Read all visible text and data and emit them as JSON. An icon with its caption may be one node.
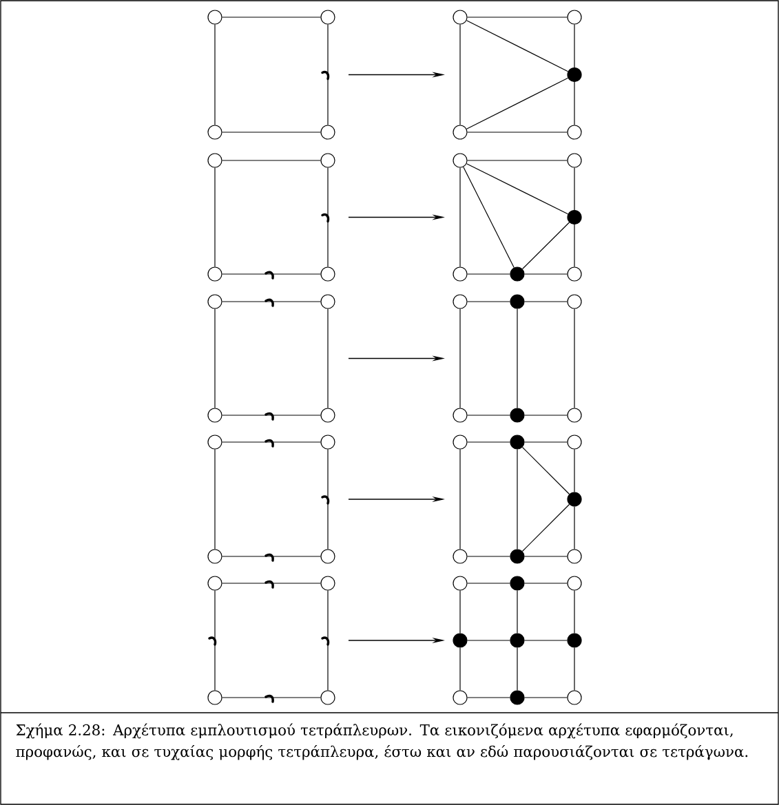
{
  "diagram": {
    "caption": "Σχήμα 2.28: Αρχέτυπα εμπλουτισμού τετράπλευρων. Τα εικονιζόμενα αρχέτυπα εφαρμόζονται, προφανώς, και σε τυχαίας μορφής τετράπλευρα, έστω και αν εδώ παρουσιάζονται σε τετράγωνα.",
    "nodes": [
      {
        "text": [],
        "shape": "circle"
      },
      {
        "text": [],
        "shape": "circle"
      },
      {
        "text": [],
        "shape": "circle"
      },
      {
        "text": [],
        "shape": "circle"
      },
      {
        "text": [],
        "shape": "circle"
      },
      {
        "text": [],
        "shape": "circle"
      },
      {
        "text": [],
        "shape": "circle"
      },
      {
        "text": [],
        "shape": "circle"
      },
      {
        "text": [],
        "shape": "circle"
      },
      {
        "text": [],
        "shape": "circle"
      },
      {
        "text": [],
        "shape": "circle"
      },
      {
        "text": [],
        "shape": "circle"
      },
      {
        "text": [],
        "shape": "circle"
      },
      {
        "text": [],
        "shape": "circle"
      },
      {
        "text": [],
        "shape": "circle"
      },
      {
        "text": [],
        "shape": "circle"
      },
      {
        "text": [],
        "shape": "circle"
      },
      {
        "text": [],
        "shape": "circle"
      },
      {
        "text": [],
        "shape": "circle"
      },
      {
        "text": [],
        "shape": "circle"
      },
      {
        "text": [],
        "shape": "circle"
      },
      {
        "text": [],
        "shape": "circle"
      },
      {
        "text": [],
        "shape": "circle"
      },
      {
        "text": [],
        "shape": "circle"
      },
      {
        "text": [],
        "shape": "circle"
      },
      {
        "text": [],
        "shape": "circle"
      },
      {
        "text": [],
        "shape": "circle"
      },
      {
        "text": [],
        "shape": "circle"
      },
      {
        "text": [],
        "shape": "circle"
      },
      {
        "text": [],
        "shape": "circle"
      },
      {
        "text": [],
        "shape": "circle"
      },
      {
        "text": [],
        "shape": "circle"
      },
      {
        "text": [],
        "shape": "circle"
      },
      {
        "text": [],
        "shape": "circle"
      },
      {
        "text": [],
        "shape": "circle"
      },
      {
        "text": [],
        "shape": "circle"
      },
      {
        "text": [],
        "shape": "circle"
      },
      {
        "text": [],
        "shape": "circle"
      },
      {
        "text": [],
        "shape": "circle"
      },
      {
        "text": [],
        "shape": "circle"
      },
      {
        "text": [],
        "shape": "circle"
      },
      {
        "text": [],
        "shape": "circle"
      },
      {
        "text": [],
        "shape": "circle"
      },
      {
        "text": [],
        "shape": "circle"
      },
      {
        "text": [],
        "shape": "circle"
      },
      {
        "text": [],
        "shape": "circle"
      },
      {
        "text": [],
        "shape": "circle"
      },
      {
        "text": [],
        "shape": "circle"
      },
      {
        "text": [],
        "shape": "circle"
      },
      {
        "text": [],
        "shape": "circle"
      },
      {
        "text": [],
        "shape": "circle"
      },
      {
        "text": [],
        "shape": "circle"
      },
      {
        "text": [],
        "shape": "circle"
      }
    ],
    "edges": [
      {
        "from": 0,
        "to": 1,
        "arrow": "none"
      },
      {
        "from": 0,
        "to": 2,
        "arrow": "none"
      },
      {
        "from": 1,
        "to": 3,
        "arrow": "none"
      },
      {
        "from": 2,
        "to": 3,
        "arrow": "none"
      },
      {
        "from": 4,
        "to": 5,
        "arrow": "none"
      },
      {
        "from": 4,
        "to": 6,
        "arrow": "none"
      },
      {
        "from": 6,
        "to": 7,
        "arrow": "none"
      },
      {
        "from": 5,
        "to": 8,
        "arrow": "none"
      },
      {
        "from": 8,
        "to": 7,
        "arrow": "none"
      },
      {
        "from": 4,
        "to": 8,
        "arrow": "none"
      },
      {
        "from": 6,
        "to": 8,
        "arrow": "none"
      },
      {
        "from": 9,
        "to": 10,
        "arrow": "none"
      },
      {
        "from": 9,
        "to": 11,
        "arrow": "none"
      },
      {
        "from": 10,
        "to": 12,
        "arrow": "none"
      },
      {
        "from": 11,
        "to": 12,
        "arrow": "none"
      },
      {
        "from": 13,
        "to": 14,
        "arrow": "none"
      },
      {
        "from": 13,
        "to": 15,
        "arrow": "none"
      },
      {
        "from": 15,
        "to": 18,
        "arrow": "none"
      },
      {
        "from": 18,
        "to": 16,
        "arrow": "none"
      },
      {
        "from": 14,
        "to": 17,
        "arrow": "none"
      },
      {
        "from": 17,
        "to": 16,
        "arrow": "none"
      },
      {
        "from": 13,
        "to": 17,
        "arrow": "none"
      },
      {
        "from": 13,
        "to": 18,
        "arrow": "none"
      },
      {
        "from": 18,
        "to": 17,
        "arrow": "none"
      },
      {
        "from": 19,
        "to": 20,
        "arrow": "none"
      },
      {
        "from": 19,
        "to": 21,
        "arrow": "none"
      },
      {
        "from": 20,
        "to": 22,
        "arrow": "none"
      },
      {
        "from": 21,
        "to": 22,
        "arrow": "none"
      },
      {
        "from": 23,
        "to": 27,
        "arrow": "none"
      },
      {
        "from": 27,
        "to": 24,
        "arrow": "none"
      },
      {
        "from": 23,
        "to": 25,
        "arrow": "none"
      },
      {
        "from": 25,
        "to": 28,
        "arrow": "none"
      },
      {
        "from": 28,
        "to": 26,
        "arrow": "none"
      },
      {
        "from": 24,
        "to": 26,
        "arrow": "none"
      },
      {
        "from": 27,
        "to": 28,
        "arrow": "none"
      },
      {
        "from": 29,
        "to": 30,
        "arrow": "none"
      },
      {
        "from": 29,
        "to": 31,
        "arrow": "none"
      },
      {
        "from": 30,
        "to": 32,
        "arrow": "none"
      },
      {
        "from": 31,
        "to": 32,
        "arrow": "none"
      },
      {
        "from": 33,
        "to": 37,
        "arrow": "none"
      },
      {
        "from": 37,
        "to": 34,
        "arrow": "none"
      },
      {
        "from": 34,
        "to": 38,
        "arrow": "none"
      },
      {
        "from": 38,
        "to": 36,
        "arrow": "none"
      },
      {
        "from": 33,
        "to": 35,
        "arrow": "none"
      },
      {
        "from": 35,
        "to": 39,
        "arrow": "none"
      },
      {
        "from": 39,
        "to": 36,
        "arrow": "none"
      },
      {
        "from": 37,
        "to": 39,
        "arrow": "none"
      },
      {
        "from": 37,
        "to": 38,
        "arrow": "none"
      },
      {
        "from": 39,
        "to": 38,
        "arrow": "none"
      },
      {
        "from": 40,
        "to": 41,
        "arrow": "none"
      },
      {
        "from": 40,
        "to": 42,
        "arrow": "none"
      },
      {
        "from": 41,
        "to": 43,
        "arrow": "none"
      },
      {
        "from": 42,
        "to": 43,
        "arrow": "none"
      },
      {
        "from": 44,
        "to": 48,
        "arrow": "none"
      },
      {
        "from": 48,
        "to": 45,
        "arrow": "none"
      },
      {
        "from": 44,
        "to": 49,
        "arrow": "none"
      },
      {
        "from": 49,
        "to": 46,
        "arrow": "none"
      },
      {
        "from": 46,
        "to": 52,
        "arrow": "none"
      },
      {
        "from": 52,
        "to": 47,
        "arrow": "none"
      },
      {
        "from": 45,
        "to": 51,
        "arrow": "none"
      },
      {
        "from": 51,
        "to": 47,
        "arrow": "none"
      },
      {
        "from": 49,
        "to": 50,
        "arrow": "none"
      },
      {
        "from": 50,
        "to": 51,
        "arrow": "none"
      },
      {
        "from": 48,
        "to": 50,
        "arrow": "none"
      },
      {
        "from": 50,
        "to": 52,
        "arrow": "none"
      }
    ]
  }
}
